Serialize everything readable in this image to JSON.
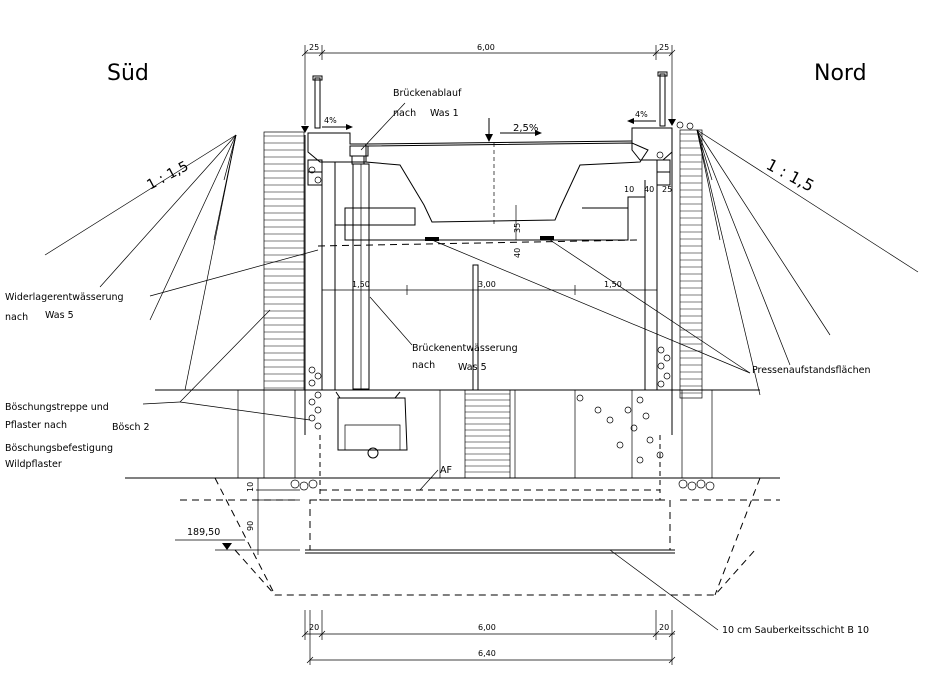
{
  "labels": {
    "south": "Süd",
    "north": "Nord",
    "slope_south": "1 : 1,5",
    "slope_north": "1 : 1,5",
    "brueckenablauf_1": "Brückenablauf",
    "brueckenablauf_2": "nach",
    "brueckenablauf_3": "Was 1",
    "widerlager_1": "Widerlagerentwässerung",
    "widerlager_2": "nach",
    "widerlager_3": "Was 5",
    "brueckenentw_1": "Brückenentwässerung",
    "brueckenentw_2": "nach",
    "brueckenentw_3": "Was 5",
    "pressen": "Pressenaufstandsflächen",
    "boesch_1": "Böschungstreppe und",
    "boesch_2": "Pflaster nach",
    "boesch_3": "Bösch 2",
    "boesch_4": "Böschungsbefestigung",
    "boesch_5": "Wildpflaster",
    "af": "AF",
    "elevation": "189,50",
    "sauberkeit": "10 cm Sauberkeitsschicht B 10"
  },
  "dimensions": {
    "top_left": "25",
    "top_mid": "6,00",
    "top_right": "25",
    "pct_left": "4%",
    "pct_mid": "2,5%",
    "pct_right": "4%",
    "r10": "10",
    "r40": "40",
    "r25": "25",
    "v35": "35",
    "v40": "40",
    "mid_left": "1,50",
    "mid_center": "3,00",
    "mid_right": "1,50",
    "v10": "10",
    "v90": "90",
    "bot_left": "20",
    "bot_mid": "6,00",
    "bot_right": "20",
    "bot_total": "6,40"
  }
}
